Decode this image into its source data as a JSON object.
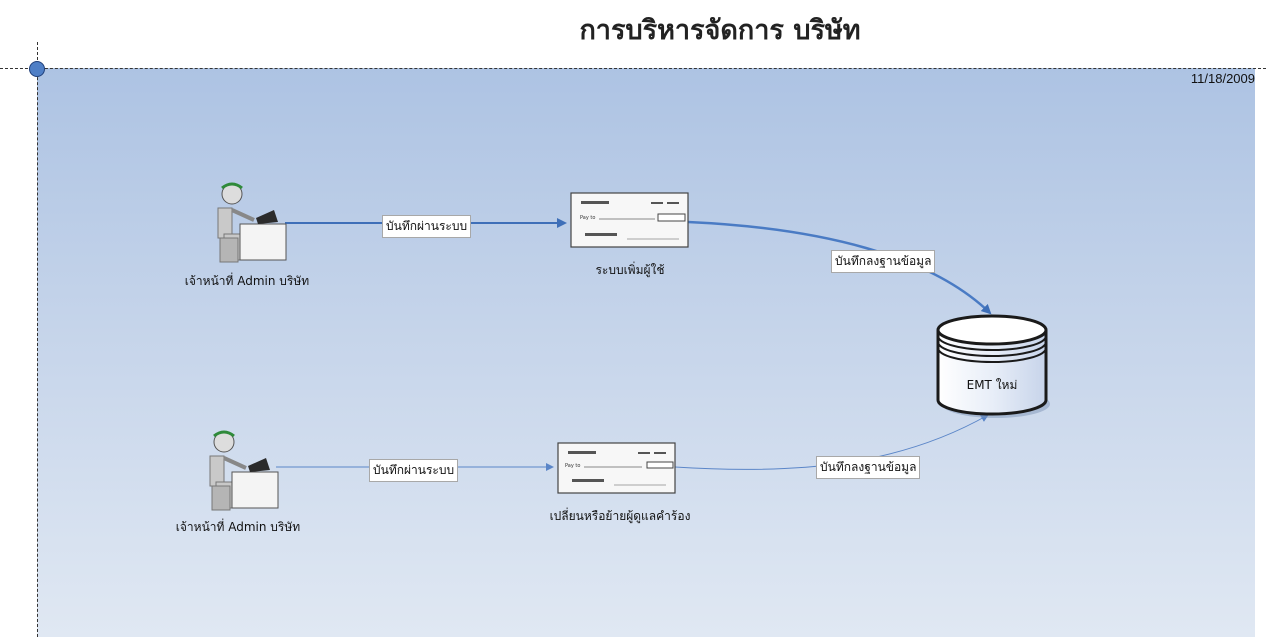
{
  "title": "การบริหารจัดการ บริษัท",
  "date": "11/18/2009",
  "top_row": {
    "actor_label": "เจ้าหน้าที่ Admin บริษัท",
    "flow1_label": "บันทึกผ่านระบบ",
    "process_label": "ระบบเพิ่มผู้ใช้",
    "flow2_label": "บันทึกลงฐานข้อมูล"
  },
  "bottom_row": {
    "actor_label": "เจ้าหน้าที่ Admin บริษัท",
    "flow1_label": "บันทึกผ่านระบบ",
    "process_label": "เปลี่ยนหรือย้ายผู้ดูแลคำร้อง",
    "flow2_label": "บันทึกลงฐานข้อมูล"
  },
  "database": {
    "label": "EMT ใหม่"
  },
  "check_text": "Pay to",
  "colors": {
    "accent": "#4f7fc6",
    "panel_top": "#adc3e3",
    "panel_bottom": "#e0e8f3"
  },
  "icons": [
    "person-at-desk-icon",
    "check-form-icon",
    "database-cylinder-icon"
  ]
}
